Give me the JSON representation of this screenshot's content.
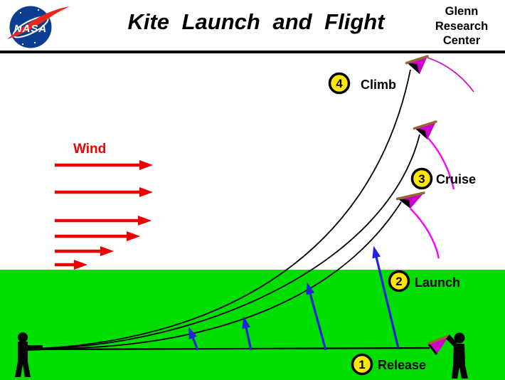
{
  "colors": {
    "ground": "#00DE00",
    "wind_red": "#EE0000",
    "arrow_blue": "#2222DD",
    "kite_magenta": "#CC00CC",
    "kite_tail": "#FF00FF",
    "kite_bar_brown": "#996633",
    "badge_yellow": "#FFE608",
    "nasa_blue": "#0B3D91",
    "nasa_red": "#E8281E",
    "string_black": "#000000"
  },
  "header": {
    "title": "Kite Launch and Flight",
    "org_lines": [
      "Glenn",
      "Research",
      "Center"
    ],
    "logo_text": "NASA"
  },
  "diagram": {
    "wind_label": "Wind",
    "stages": [
      {
        "num": "1",
        "label": "Release"
      },
      {
        "num": "2",
        "label": "Launch"
      },
      {
        "num": "3",
        "label": "Cruise"
      },
      {
        "num": "4",
        "label": "Climb"
      }
    ]
  }
}
